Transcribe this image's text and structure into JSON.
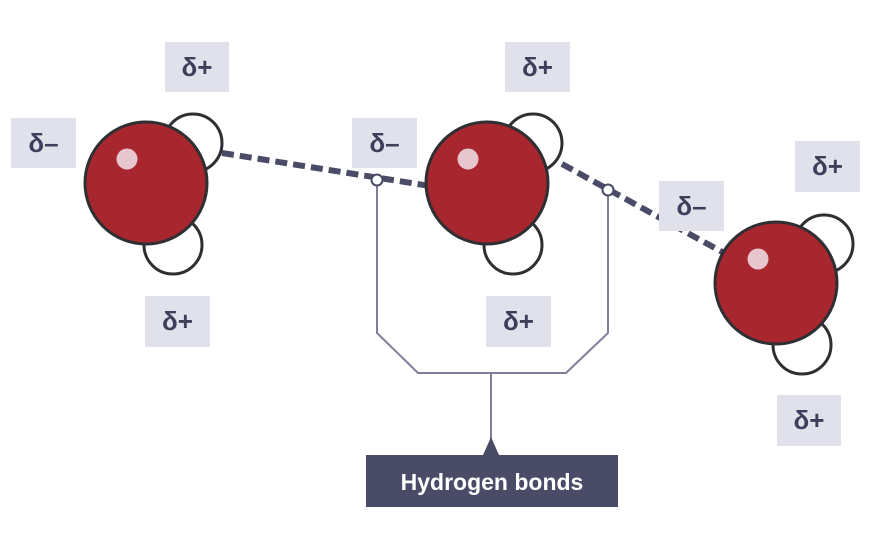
{
  "colors": {
    "oxygen": "#a8262d",
    "oxygen_outline": "#2f2f33",
    "highlight": "#e8c6cf",
    "hydrogen_outline": "#2f2f33",
    "bond_dash": "#4a4b66",
    "bracket": "#7f7f9a",
    "label_bg": "#e1e1ec",
    "label_text": "#3d3f5b",
    "callout_bg": "#4a4b66",
    "callout_text": "#ffffff"
  },
  "charges": {
    "m1_top": "δ+",
    "m1_left": "δ–",
    "m1_bottom": "δ+",
    "m2_top": "δ+",
    "m2_left": "δ–",
    "m2_bottom": "δ+",
    "m3_top": "δ+",
    "m3_left": "δ–",
    "m3_bottom": "δ+"
  },
  "callout": {
    "label": "Hydrogen bonds"
  }
}
